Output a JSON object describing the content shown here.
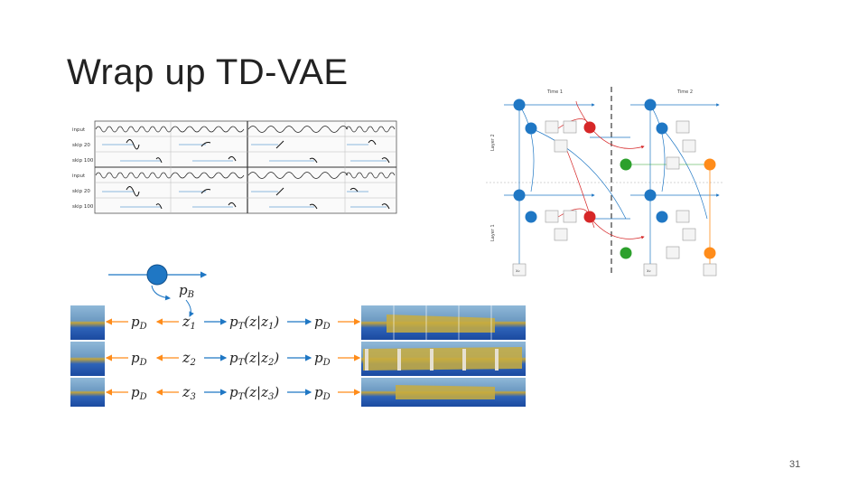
{
  "slide": {
    "title": "Wrap up TD-VAE",
    "page_number": "31"
  },
  "sequence_figure": {
    "row_labels": [
      "input",
      "skip 20",
      "skip 100",
      "input",
      "skip 20",
      "skip 100"
    ]
  },
  "graph_figure": {
    "time_labels": [
      "Time 1",
      "Time 2"
    ],
    "layer_labels": [
      "Layer 2",
      "Layer 1"
    ],
    "belief_label": "x₁",
    "colors": {
      "blue": "#1f77c4",
      "red": "#d62728",
      "green": "#2ca02c",
      "orange": "#ff8c1a"
    }
  },
  "model_figure": {
    "belief": "p",
    "belief_sub": "B",
    "rows": [
      {
        "left": "p",
        "left_sub": "D",
        "z": "z",
        "z_sub": "1",
        "trans": "p",
        "trans_sub": "T",
        "trans_arg": "(z|z",
        "trans_arg_sub": "1",
        "trans_close": ")",
        "right": "p",
        "right_sub": "D"
      },
      {
        "left": "p",
        "left_sub": "D",
        "z": "z",
        "z_sub": "2",
        "trans": "p",
        "trans_sub": "T",
        "trans_arg": "(z|z",
        "trans_arg_sub": "2",
        "trans_close": ")",
        "right": "p",
        "right_sub": "D"
      },
      {
        "left": "p",
        "left_sub": "D",
        "z": "z",
        "z_sub": "3",
        "trans": "p",
        "trans_sub": "T",
        "trans_arg": "(z|z",
        "trans_arg_sub": "3",
        "trans_close": ")",
        "right": "p",
        "right_sub": "D"
      }
    ]
  }
}
